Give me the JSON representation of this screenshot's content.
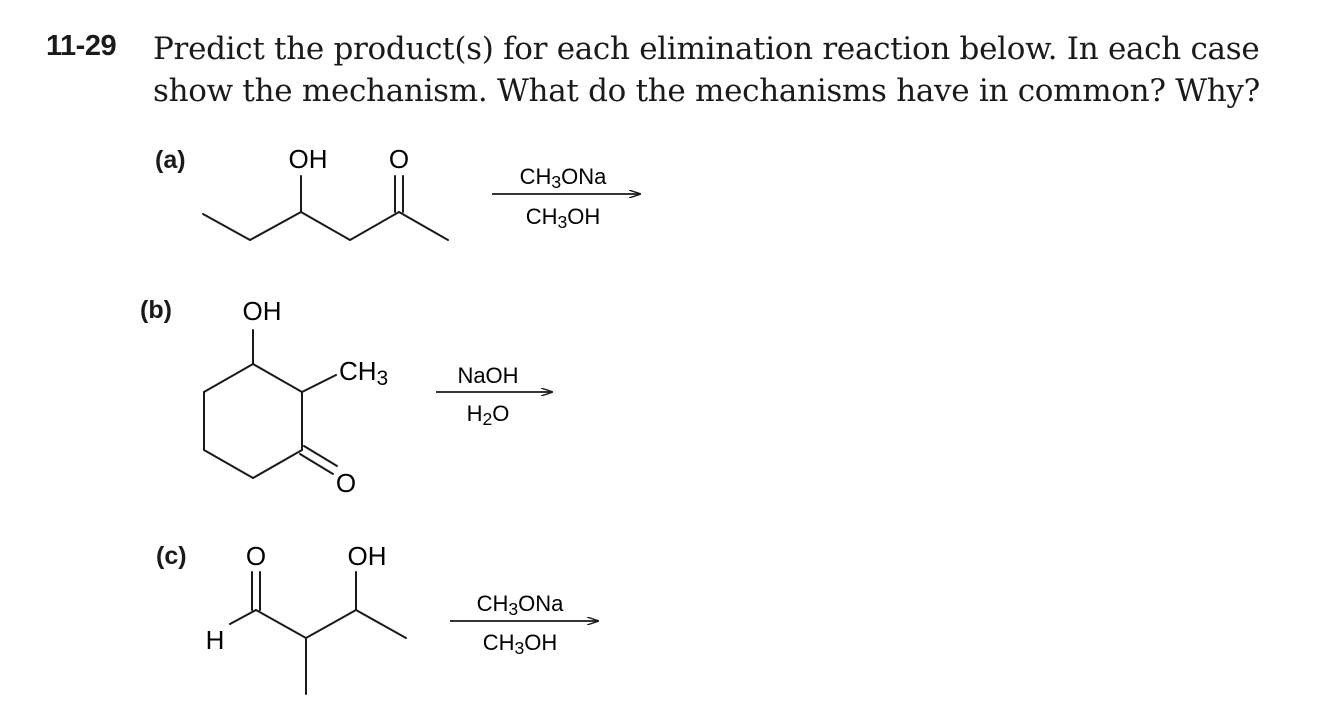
{
  "problem": {
    "number": "11-29",
    "line1": "Predict the product(s) for each elimination reaction below. In each case",
    "line2": "show the mechanism. What do the mechanisms have in common? Why?"
  },
  "parts": {
    "a": {
      "label": "(a)",
      "atoms": {
        "hydroxyl": "OH",
        "carbonyl_o": "O"
      },
      "reagent_above": "CH3ONa",
      "reagent_below": "CH3OH"
    },
    "b": {
      "label": "(b)",
      "atoms": {
        "hydroxyl": "OH",
        "methyl": "CH3",
        "carbonyl_o": "O"
      },
      "reagent_above": "NaOH",
      "reagent_below": "H2O"
    },
    "c": {
      "label": "(c)",
      "atoms": {
        "carbonyl_o": "O",
        "hydroxyl": "OH",
        "aldehyde_h": "H"
      },
      "reagent_above": "CH3ONa",
      "reagent_below": "CH3OH"
    }
  }
}
